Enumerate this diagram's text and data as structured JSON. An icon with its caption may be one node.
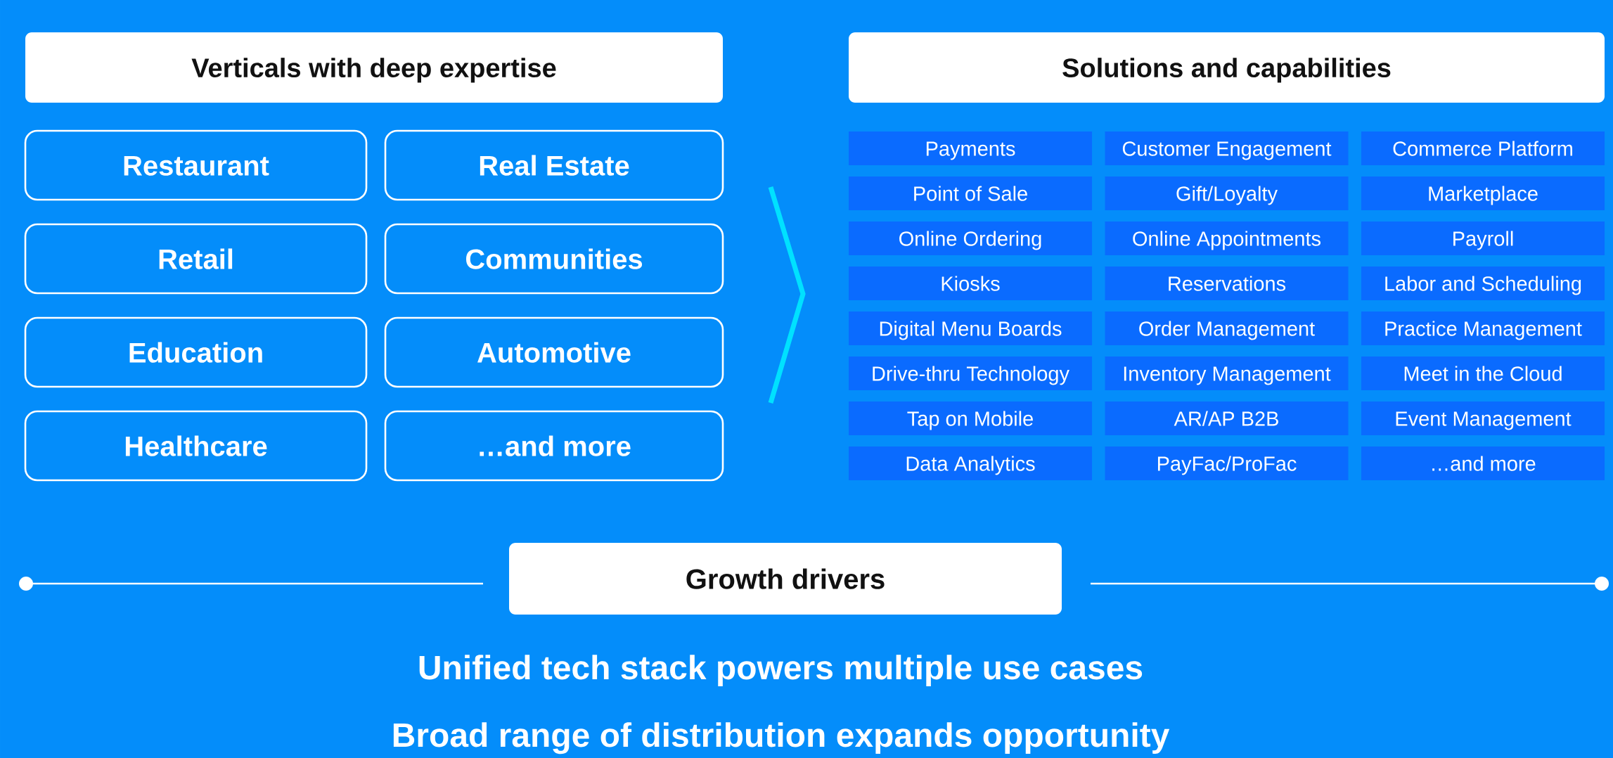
{
  "diagram": {
    "nodes": [
      {
        "text": [
          "Verticals with deep expertise"
        ]
      },
      {
        "text": [
          "Restaurant"
        ]
      },
      {
        "text": [
          "Real Estate"
        ]
      },
      {
        "text": [
          "Retail"
        ]
      },
      {
        "text": [
          "Communities"
        ]
      },
      {
        "text": [
          "Education"
        ]
      },
      {
        "text": [
          "Automotive"
        ]
      },
      {
        "text": [
          "Healthcare"
        ]
      },
      {
        "text": [
          "…and more"
        ]
      },
      {
        "text": [
          "Solutions and capabilities"
        ]
      },
      {
        "text": [
          "Payments"
        ]
      },
      {
        "text": [
          "Customer Engagement"
        ]
      },
      {
        "text": [
          "Commerce Platform"
        ]
      },
      {
        "text": [
          "Point of Sale"
        ]
      },
      {
        "text": [
          "Gift/Loyalty"
        ]
      },
      {
        "text": [
          "Marketplace"
        ]
      },
      {
        "text": [
          "Online Ordering"
        ]
      },
      {
        "text": [
          "Online Appointments"
        ]
      },
      {
        "text": [
          "Payroll"
        ]
      },
      {
        "text": [
          "Kiosks"
        ]
      },
      {
        "text": [
          "Reservations"
        ]
      },
      {
        "text": [
          "Labor and Scheduling"
        ]
      },
      {
        "text": [
          "Digital Menu Boards"
        ]
      },
      {
        "text": [
          "Order Management"
        ]
      },
      {
        "text": [
          "Practice Management"
        ]
      },
      {
        "text": [
          "Drive-thru Technology"
        ]
      },
      {
        "text": [
          "Inventory Management"
        ]
      },
      {
        "text": [
          "Meet in the Cloud"
        ]
      },
      {
        "text": [
          "Tap on Mobile"
        ]
      },
      {
        "text": [
          "AR/AP B2B"
        ]
      },
      {
        "text": [
          "Event Management"
        ]
      },
      {
        "text": [
          "Data Analytics"
        ]
      },
      {
        "text": [
          "PayFac/ProFac"
        ]
      },
      {
        "text": [
          "…and more"
        ]
      },
      {
        "text": [
          "Growth drivers"
        ]
      }
    ],
    "labels": [
      "Unified tech stack powers multiple use cases",
      "Broad range of distribution expands opportunity"
    ]
  }
}
